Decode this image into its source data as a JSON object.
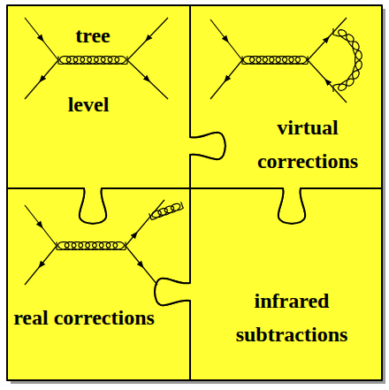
{
  "diagram": {
    "nodes": [
      {
        "text": [
          "tree",
          "level"
        ]
      },
      {
        "text": [
          "virtual corrections"
        ]
      },
      {
        "text": [
          "real corrections"
        ]
      },
      {
        "text": [
          "infrared subtractions"
        ]
      }
    ]
  }
}
